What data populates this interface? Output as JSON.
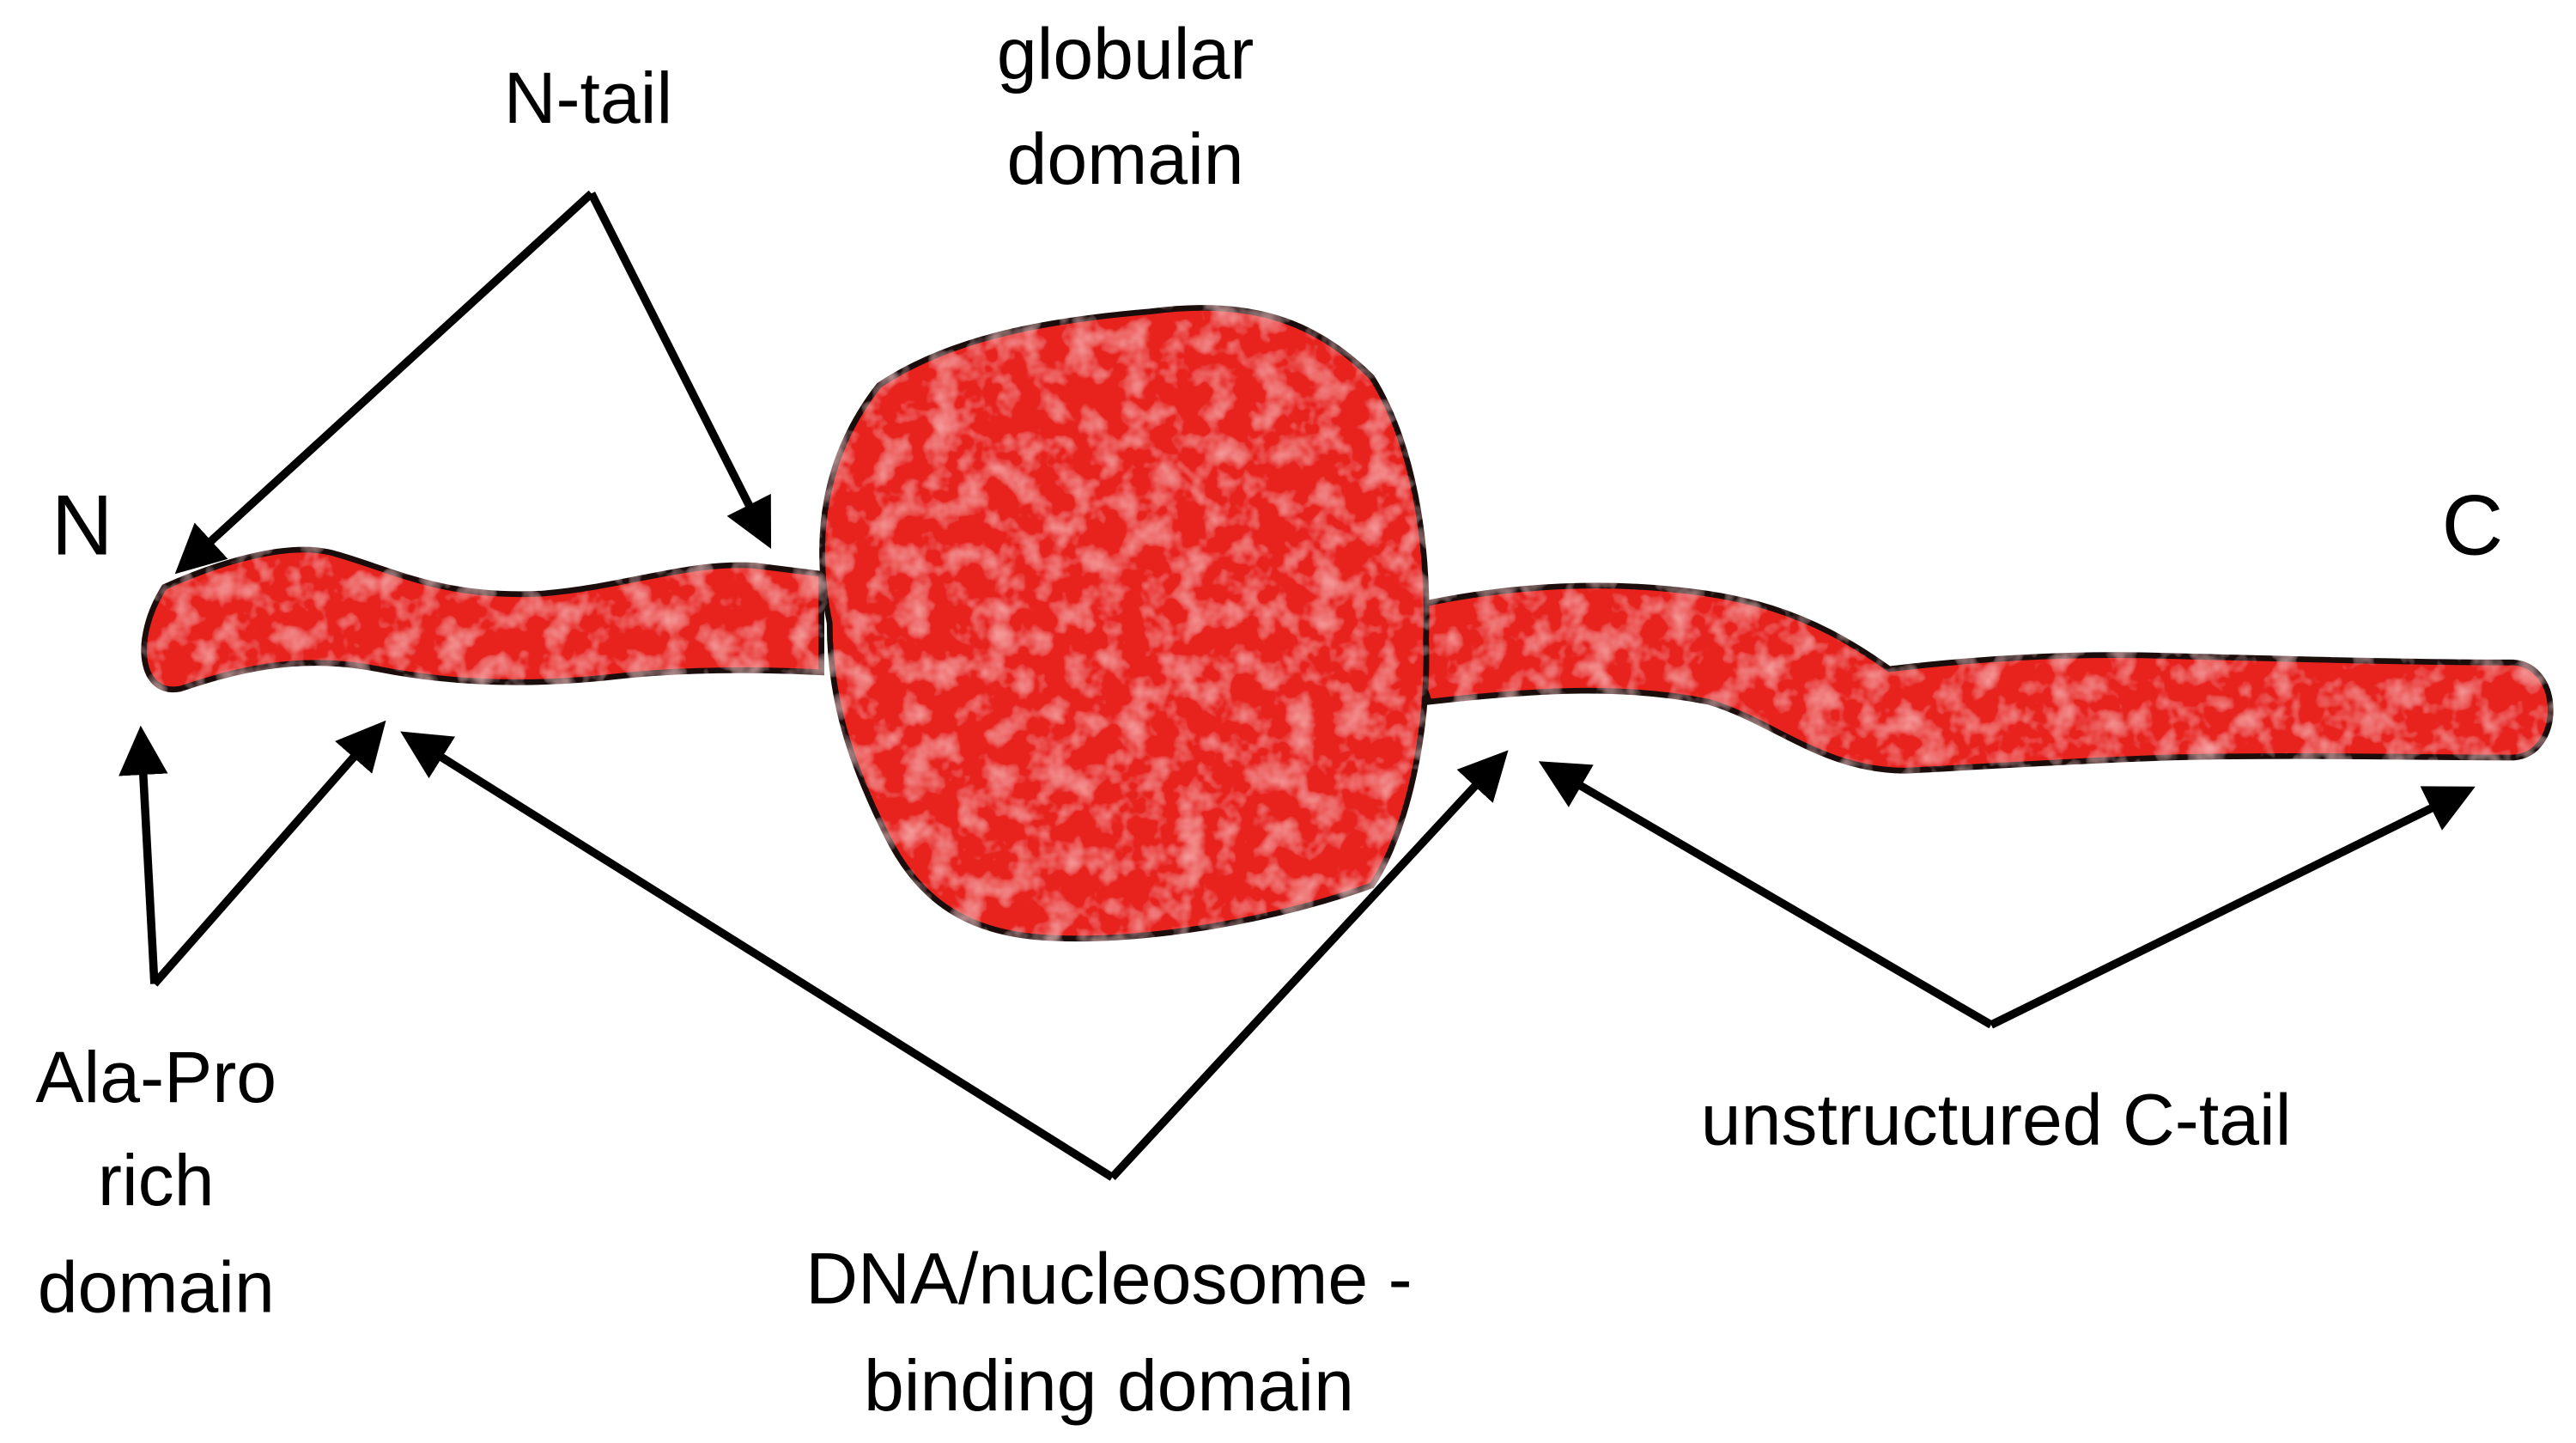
{
  "figure": {
    "title": "",
    "colors": {
      "protein": "#e8231f",
      "outline": "#1a0a08",
      "arrows": "#000000",
      "background": "#ffffff"
    },
    "termini": {
      "n": "N",
      "c": "C"
    },
    "labels": {
      "n_tail": "N-tail",
      "globular_line1": "globular",
      "globular_line2": "domain",
      "ala_pro_line1": "Ala-Pro",
      "ala_pro_line2": "rich",
      "ala_pro_line3": "domain",
      "dna_line1": "DNA/nucleosome -",
      "dna_line2": "binding domain",
      "c_tail": "unstructured C-tail"
    }
  }
}
